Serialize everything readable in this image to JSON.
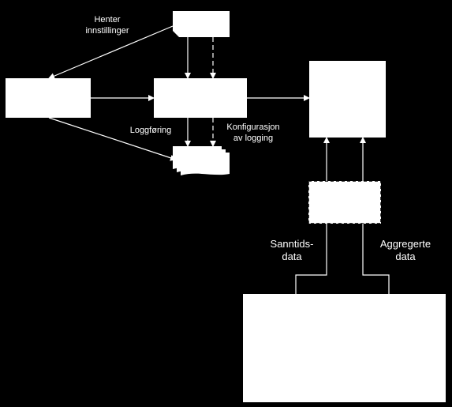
{
  "labels": {
    "henter_line1": "Henter",
    "henter_line2": "innstillinger",
    "loggforing": "Loggføring",
    "konfig_line1": "Konfigurasjon",
    "konfig_line2": "av logging",
    "sanntids_line1": "Sanntids-",
    "sanntids_line2": "data",
    "aggregerte_line1": "Aggregerte",
    "aggregerte_line2": "data"
  },
  "colors": {
    "background": "#000000",
    "foreground": "#ffffff"
  }
}
